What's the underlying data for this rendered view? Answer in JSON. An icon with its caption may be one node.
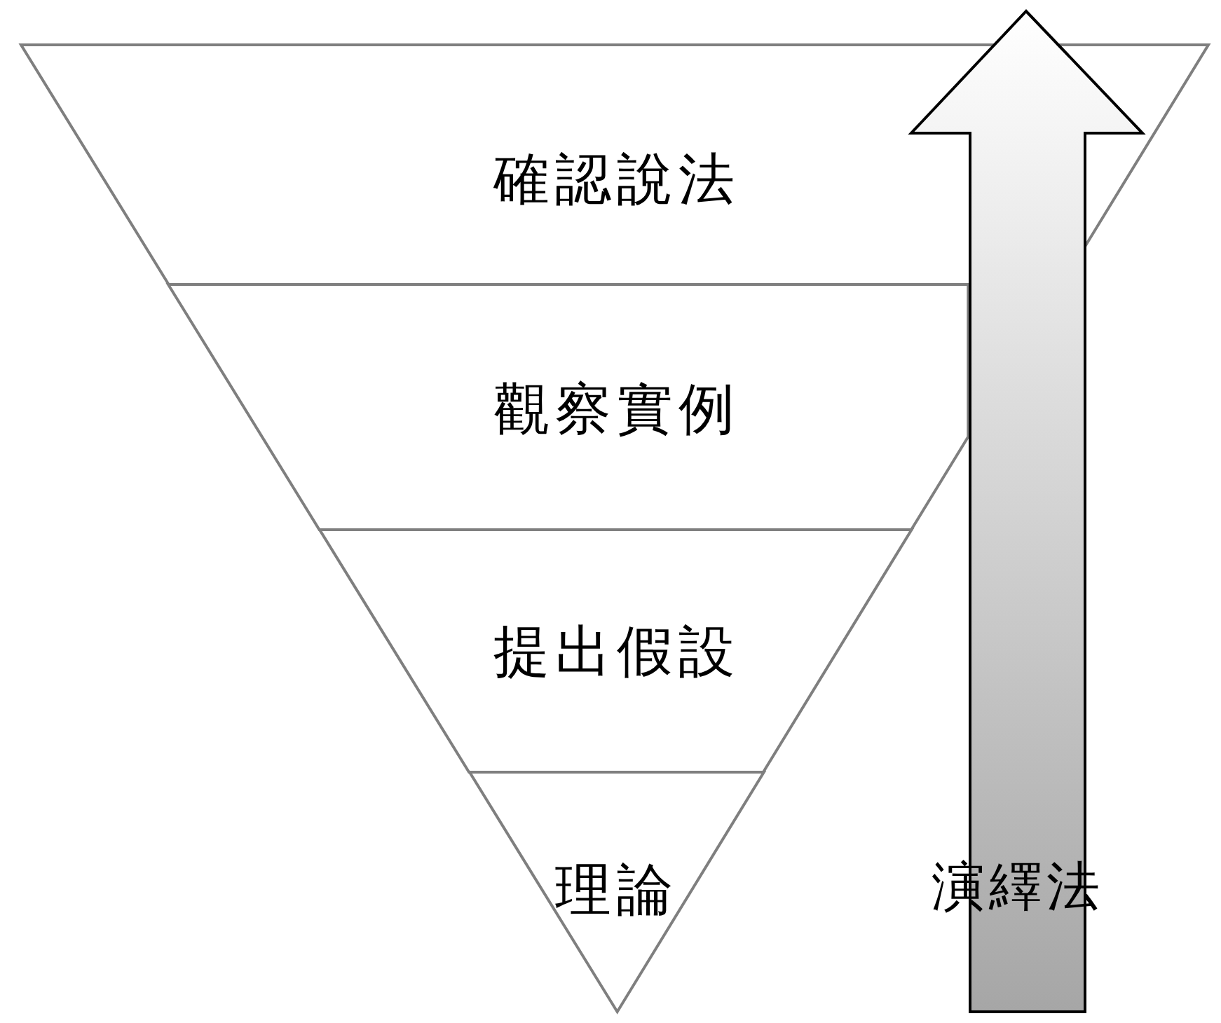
{
  "diagram": {
    "nodes": [
      {
        "text": [
          "確認說法"
        ]
      },
      {
        "text": [
          "觀察實例"
        ]
      },
      {
        "text": [
          "提出假設"
        ]
      },
      {
        "text": [
          "理論"
        ]
      }
    ],
    "labels": [
      "演繹法"
    ]
  }
}
